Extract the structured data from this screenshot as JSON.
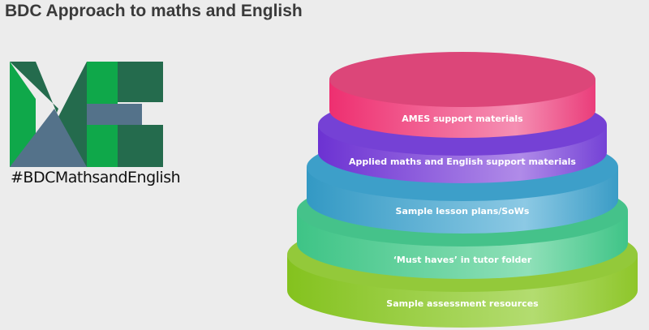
{
  "header": {
    "title": "BDC Approach to maths and English"
  },
  "logo": {
    "hashtag": "#BDCMathsandEnglish",
    "colors": {
      "green": "#0fa84a",
      "dark_green": "#246b4d",
      "slate": "#54728a"
    }
  },
  "pyramid": {
    "tiers": [
      {
        "label": "AMES support materials",
        "color": "#e8437c"
      },
      {
        "label": "Applied maths and English support materials",
        "color": "#7e4bd6"
      },
      {
        "label": "Sample lesson plans/SoWs",
        "color": "#43a5cc"
      },
      {
        "label": "‘Must haves’ in tutor folder",
        "color": "#4ec98a"
      },
      {
        "label": "Sample assessment resources",
        "color": "#9ccc3c"
      }
    ]
  },
  "colors": {
    "background": "#ececec",
    "title_text": "#3a3a3a"
  }
}
